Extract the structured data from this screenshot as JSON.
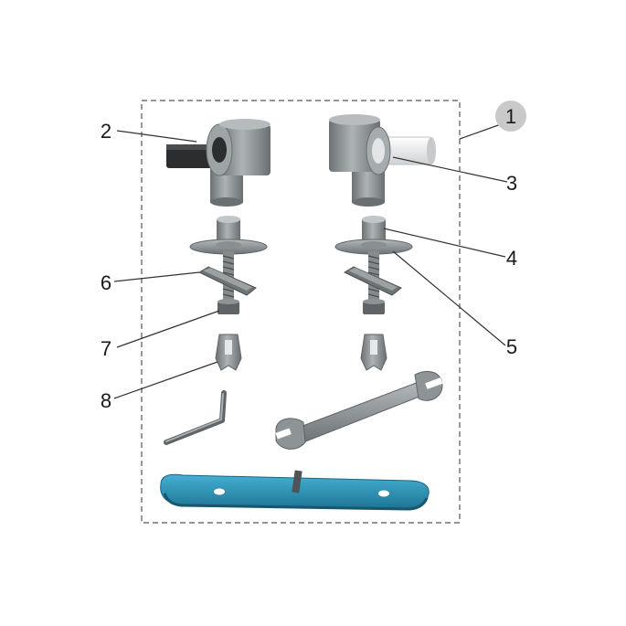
{
  "callouts": {
    "kit": "1",
    "hinge_left": "2",
    "hinge_right_pin": "3",
    "bolt_head": "4",
    "washer": "5",
    "wing_anchor": "6",
    "nut": "7",
    "expansion_sleeve": "8"
  },
  "colors": {
    "metal": "#8e9396",
    "metal_dark": "#5f6467",
    "pin_dark": "#2b2d2f",
    "pin_light": "#e9e9e9",
    "plate": "#2f96b8",
    "plate_dark": "#1f6f8c",
    "badge": "#c9c9c9",
    "frame": "#555555"
  }
}
